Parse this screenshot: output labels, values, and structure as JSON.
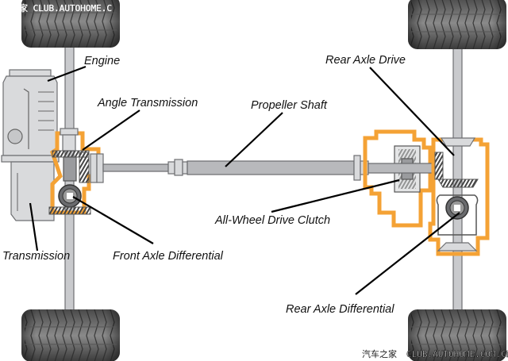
{
  "diagram": {
    "title": "AWD drivetrain layout",
    "accent_color": "#F4A235",
    "labels": {
      "engine": "Engine",
      "angle_transmission": "Angle Transmission",
      "propeller_shaft": "Propeller Shaft",
      "rear_axle_drive": "Rear Axle Drive",
      "awd_clutch": "All-Wheel Drive Clutch",
      "transmission": "Transmission",
      "front_axle_differential": "Front Axle Differential",
      "rear_axle_differential": "Rear Axle Differential"
    },
    "components": [
      "front-left-tire",
      "front-right-tire",
      "rear-left-tire",
      "rear-right-tire",
      "engine",
      "transmission",
      "angle-transmission",
      "front-axle-differential",
      "propeller-shaft",
      "awd-clutch",
      "rear-axle-drive",
      "rear-axle-differential"
    ]
  },
  "watermark": {
    "top": "车之家 CLUB.AUTOHOME.C",
    "bottom_cn": "汽车之家",
    "bottom_url": "CLUB.AUTOHOME.COM.CN"
  }
}
